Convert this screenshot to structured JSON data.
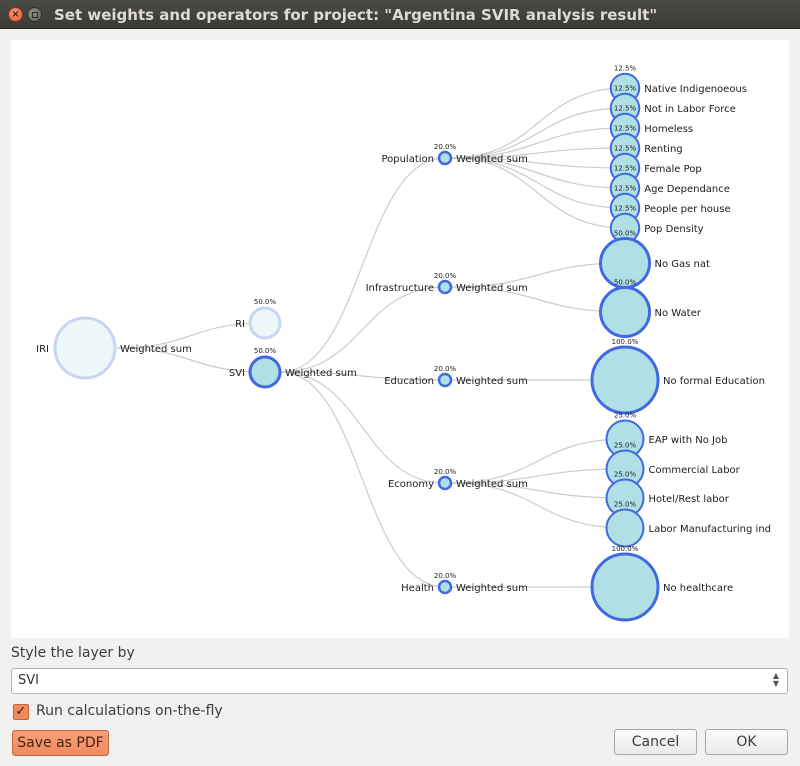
{
  "window": {
    "title": "Set weights and operators for project: \"Argentina SVIR analysis result\"",
    "close_icon": "close-icon",
    "maximize_icon": "maximize-icon"
  },
  "tree": {
    "root": {
      "name": "IRI",
      "operator": "Weighted sum"
    },
    "level1": [
      {
        "name": "RI",
        "weight": "50.0%",
        "operator": ""
      },
      {
        "name": "SVI",
        "weight": "50.0%",
        "operator": "Weighted sum"
      }
    ],
    "themes": [
      {
        "name": "Population",
        "weight": "20.0%",
        "operator": "Weighted sum",
        "indicators": [
          {
            "name": "Native Indigenoeous",
            "weight": "12.5%"
          },
          {
            "name": "Not in Labor Force",
            "weight": "12.5%"
          },
          {
            "name": "Homeless",
            "weight": "12.5%"
          },
          {
            "name": "Renting",
            "weight": "12.5%"
          },
          {
            "name": "Female Pop",
            "weight": "12.5%"
          },
          {
            "name": "Age Dependance",
            "weight": "12.5%"
          },
          {
            "name": "People per house",
            "weight": "12.5%"
          },
          {
            "name": "Pop Density",
            "weight": "12.5%"
          }
        ]
      },
      {
        "name": "Infrastructure",
        "weight": "20.0%",
        "operator": "Weighted sum",
        "indicators": [
          {
            "name": "No Gas nat",
            "weight": "50.0%"
          },
          {
            "name": "No Water",
            "weight": "50.0%"
          }
        ]
      },
      {
        "name": "Education",
        "weight": "20.0%",
        "operator": "Weighted sum",
        "indicators": [
          {
            "name": "No formal Education",
            "weight": "100.0%"
          }
        ]
      },
      {
        "name": "Economy",
        "weight": "20.0%",
        "operator": "Weighted sum",
        "indicators": [
          {
            "name": "EAP with No Job",
            "weight": "25.0%"
          },
          {
            "name": "Commercial Labor",
            "weight": "25.0%"
          },
          {
            "name": "Hotel/Rest labor",
            "weight": "25.0%"
          },
          {
            "name": "Labor Manufacturing ind",
            "weight": "25.0%"
          }
        ]
      },
      {
        "name": "Health",
        "weight": "20.0%",
        "operator": "Weighted sum",
        "indicators": [
          {
            "name": "No healthcare",
            "weight": "100.0%"
          }
        ]
      }
    ]
  },
  "colors": {
    "node_fill": "#b0dfe5",
    "node_stroke": "#4169e1",
    "faded_fill": "#eef7f8",
    "faded_stroke": "#c8d6f5",
    "link": "#cccccc",
    "accent": "#f08a5d"
  },
  "style_layer": {
    "label": "Style the layer by",
    "selected": "SVI"
  },
  "on_the_fly": {
    "label": "Run calculations on-the-fly",
    "checked": true
  },
  "buttons": {
    "save_pdf": "Save as PDF",
    "cancel": "Cancel",
    "ok": "OK"
  }
}
